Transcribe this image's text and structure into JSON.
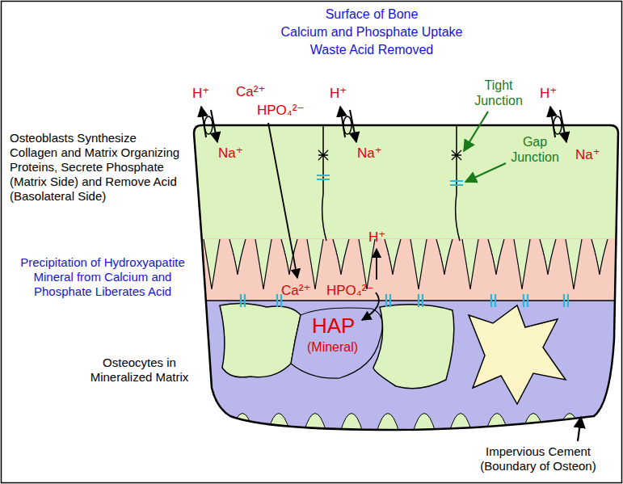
{
  "diagram": {
    "labels": [
      "Surface of Bone",
      "Calcium and Phosphate Uptake",
      "Waste Acid Removed",
      "H⁺",
      "Na⁺",
      "Ca²⁺",
      "HPO₄²⁻",
      "H⁺",
      "Na⁺",
      "Tight Junction",
      "Gap Junction",
      "H⁺",
      "Na⁺",
      "Osteoblasts Synthesize Collagen and Matrix Organizing Proteins, Secrete Phosphate (Matrix Side) and Remove Acid (Basolateral Side)",
      "Precipitation of Hydroxyapatite Mineral from Calcium and Phosphate Liberates Acid",
      "H⁺",
      "Ca²⁺",
      "HPO₄²⁻",
      "HAP",
      "(Mineral)",
      "Osteocytes in Mineralized Matrix",
      "Impervious Cement (Boundary of Osteon)"
    ]
  }
}
